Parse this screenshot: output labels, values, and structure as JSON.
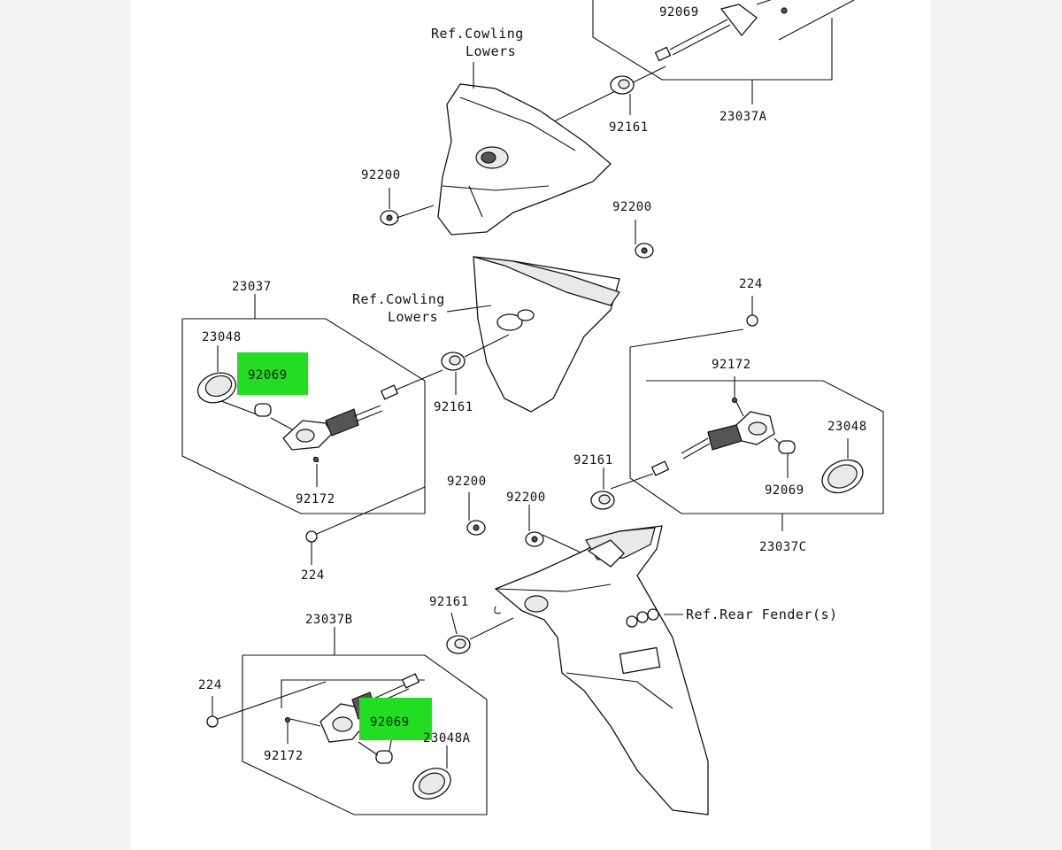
{
  "highlight_color": "#22dd22",
  "references": {
    "cowling_top_1": "Ref.Cowling",
    "cowling_top_2": "Lowers",
    "cowling_mid_1": "Ref.Cowling",
    "cowling_mid_2": "Lowers",
    "rear_fender": "Ref.Rear Fender(s)"
  },
  "labels": {
    "p92069_top": "92069",
    "p92161_a": "92161",
    "p23037A": "23037A",
    "p92200_a": "92200",
    "p92200_b": "92200",
    "p23037": "23037",
    "p23048_left": "23048",
    "p92069_left": "92069",
    "p92172_left": "92172",
    "p224_left": "224",
    "p92161_b": "92161",
    "p224_right": "224",
    "p92172_right": "92172",
    "p23048_right": "23048",
    "p92161_c": "92161",
    "p92069_right": "92069",
    "p23037C": "23037C",
    "p92200_c": "92200",
    "p92200_d": "92200",
    "p92161_d": "92161",
    "p23037B": "23037B",
    "p224_bottom": "224",
    "p92172_bottom": "92172",
    "p92069_bottom": "92069",
    "p23048A": "23048A"
  }
}
